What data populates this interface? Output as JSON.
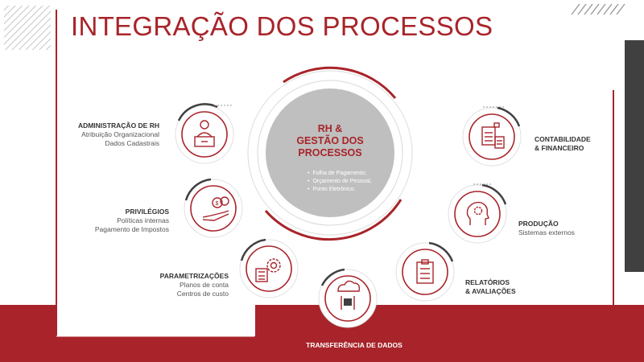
{
  "title": "INTEGRAÇÃO DOS PROCESSOS",
  "center": {
    "title_lines": [
      "RH &",
      "GESTÃO DOS",
      "PROCESSOS"
    ],
    "items": [
      "Folha de Pagamento;",
      "Orçamento de Pessoal;",
      "Ponto Eletrônico."
    ]
  },
  "nodes": {
    "admin": {
      "title": "ADMINISTRAÇÃO DE RH",
      "lines": [
        "Atribuição Organizacional",
        "Dados Cadastrais"
      ],
      "icon": "receptionist-icon"
    },
    "privilegios": {
      "title": "PRIVILÉGIOS",
      "lines": [
        "Políticas internas",
        "Pagamento de Impostos"
      ],
      "icon": "money-hand-icon"
    },
    "parametrizacoes": {
      "title": "PARAMETRIZAÇÕES",
      "lines": [
        "Planos de conta",
        "Centros de custo"
      ],
      "icon": "calculator-gear-icon"
    },
    "transferencia": {
      "title": "TRANSFERÊNCIA DE DADOS",
      "icon": "cloud-transfer-icon"
    },
    "relatorios": {
      "title_lines": [
        "RELATÓRIOS",
        "& AVALIAÇÕES"
      ],
      "icon": "clipboard-checklist-icon"
    },
    "producao": {
      "title": "PRODUÇÃO",
      "lines": [
        "Sistemas externos"
      ],
      "icon": "head-gear-icon"
    },
    "contabilidade": {
      "title_lines": [
        "CONTABILIDADE",
        "& FINANCEIRO"
      ],
      "icon": "accounting-document-icon"
    }
  },
  "colors": {
    "accent": "#a8242a",
    "dark": "#404040",
    "center_fill": "#bfbfbf",
    "hatch": "#b5b5b5"
  }
}
